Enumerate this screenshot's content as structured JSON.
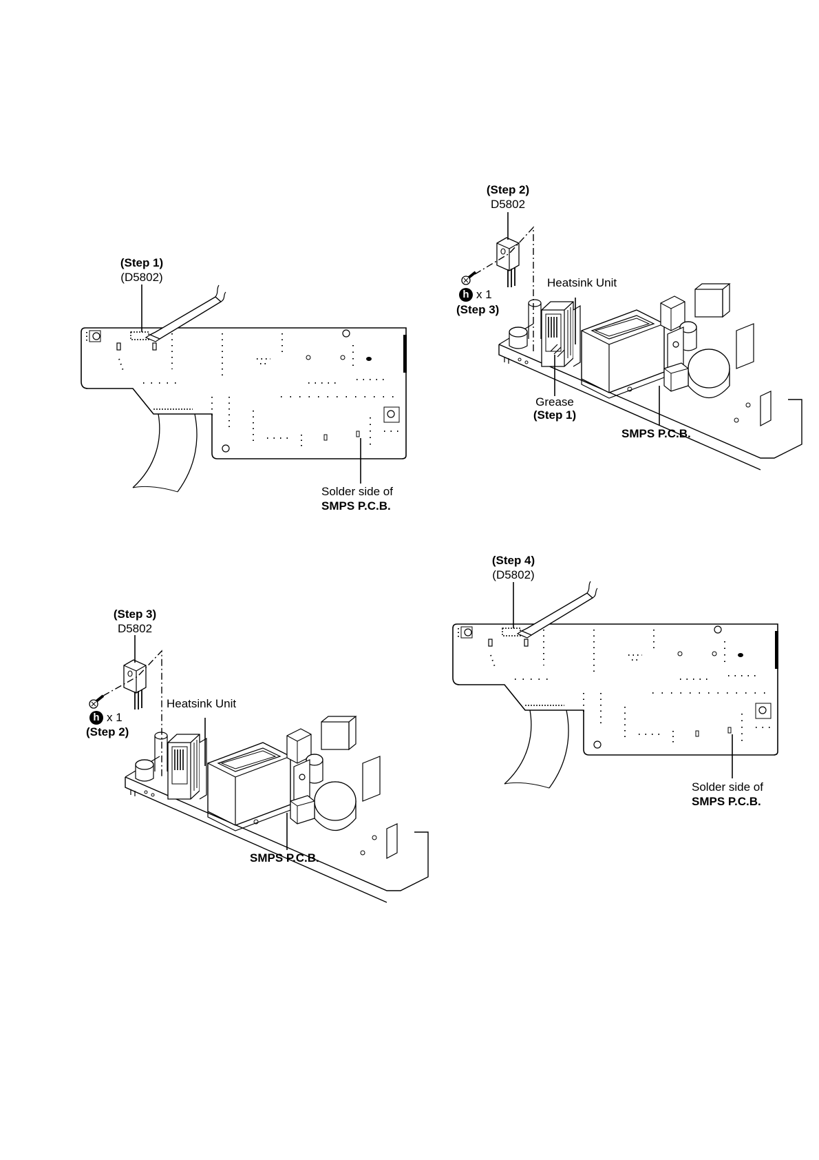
{
  "panel1": {
    "step": "(Step 1)",
    "part": "(D5802)",
    "solder_line1": "Solder side of",
    "solder_line2": "SMPS P.C.B."
  },
  "panel2": {
    "step": "(Step 2)",
    "part": "D5802",
    "screw_qty": "x 1",
    "screw_step": "(Step 3)",
    "heatsink": "Heatsink Unit",
    "grease": "Grease",
    "grease_step": "(Step 1)",
    "pcb": "SMPS P.C.B."
  },
  "panel3": {
    "step": "(Step 3)",
    "part": "D5802",
    "screw_qty": "x 1",
    "screw_step": "(Step 2)",
    "heatsink": "Heatsink Unit",
    "pcb": "SMPS P.C.B."
  },
  "panel4": {
    "step": "(Step 4)",
    "part": "(D5802)",
    "solder_line1": "Solder side of",
    "solder_line2": "SMPS P.C.B."
  },
  "screw_symbol": "h"
}
